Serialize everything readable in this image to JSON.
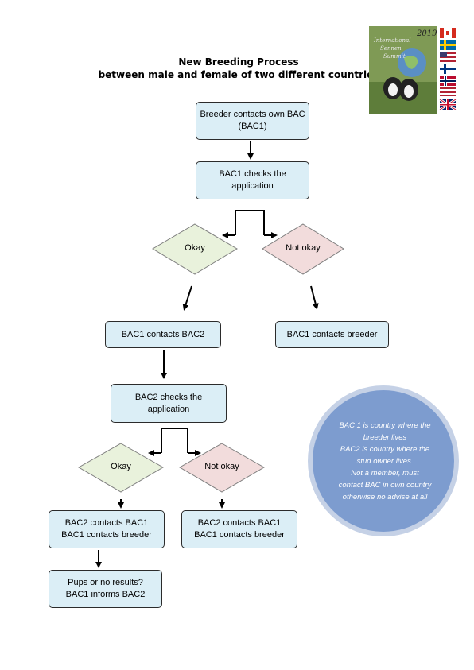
{
  "title": {
    "line1": "New Breeding Process",
    "line2": "between male and female of two different countries"
  },
  "nodes": {
    "n1": "Breeder contacts own BAC\n(BAC1)",
    "n2": "BAC1 checks the\napplication",
    "d1_yes": "Okay",
    "d1_no": "Not okay",
    "n3": "BAC1 contacts BAC2",
    "n4": "BAC1 contacts breeder",
    "n5": "BAC2 checks the\napplication",
    "d2_yes": "Okay",
    "d2_no": "Not okay",
    "n6": "BAC2 contacts BAC1\nBAC1 contacts breeder",
    "n7": "BAC2 contacts BAC1\nBAC1 contacts breeder",
    "n8": "Pups or no results?\nBAC1 informs BAC2"
  },
  "note": {
    "text": "BAC 1 is country where the\nbreeder lives\nBAC2 is country where the\nstud owner lives.\nNot a member, must\ncontact BAC in own country\notherwise no advise at all"
  },
  "logo": {
    "year": "2019",
    "caption": "International Sennen Summit"
  },
  "colors": {
    "box_fill": "#dbeef6",
    "yes_fill": "#e9f2dc",
    "no_fill": "#f2dcdc",
    "circle_fill": "#7d9ccf"
  }
}
